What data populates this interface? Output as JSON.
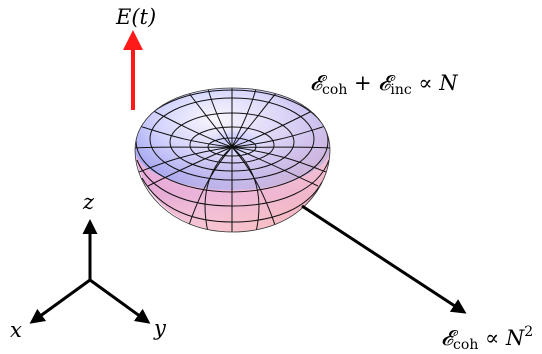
{
  "labels": {
    "field": "E(t)",
    "total_emission": "𝓔coh + 𝓔inc ∝ N",
    "total_emission_parts": {
      "a": "𝓔",
      "a_sub": "coh",
      "plus": " + ",
      "b": "𝓔",
      "b_sub": "inc",
      "prop": " ∝ N"
    },
    "coherent_emission": "𝓔coh ∝ N2",
    "coherent_emission_parts": {
      "a": "𝓔",
      "a_sub": "coh",
      "prop": " ∝ N",
      "sup": "2"
    },
    "axes": {
      "z": "z",
      "x": "x",
      "y": "y"
    }
  },
  "colors": {
    "field_arrow": "#ff1a1a",
    "torus_highlight": "#f4f4ff",
    "torus_blue": "#7f86f5",
    "torus_pink": "#ee8fb8",
    "mesh": "#111111",
    "arrows": "#000000"
  }
}
